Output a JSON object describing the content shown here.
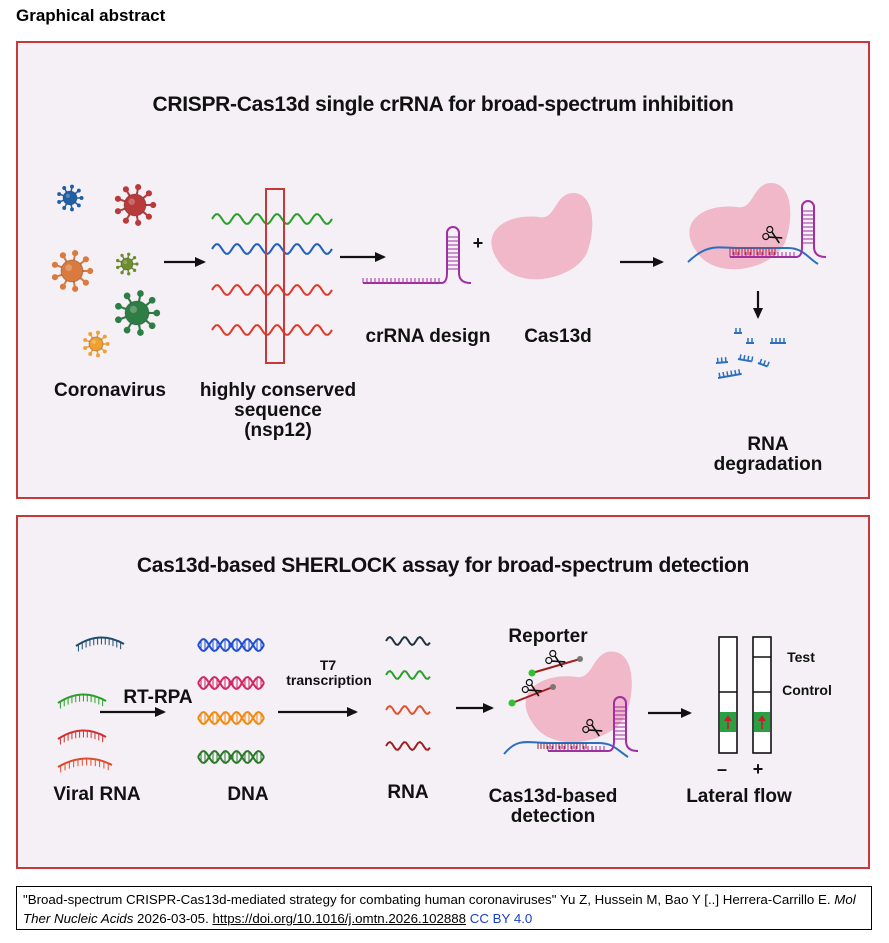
{
  "heading": "Graphical abstract",
  "panel1": {
    "title": "CRISPR-Cas13d single crRNA for broad-spectrum inhibition",
    "labels": {
      "coronavirus": "Coronavirus",
      "conserved_line1": "highly conserved",
      "conserved_line2": "sequence",
      "conserved_line3": "(nsp12)",
      "crrna": "crRNA design",
      "plus": "+",
      "cas13d": "Cas13d",
      "rna_deg_line1": "RNA",
      "rna_deg_line2": "degradation"
    },
    "colors": {
      "virus": [
        "#1f5fa3",
        "#b83a3a",
        "#d97a3e",
        "#6b8e2e",
        "#2e7d45",
        "#f0a030"
      ],
      "sequences": [
        "#2aa02a",
        "#2060c0",
        "#e03a2a",
        "#e03a2a"
      ],
      "conserved_box": "#c7383b",
      "crrna": "#a030a0",
      "cas13d": "#f0b8c8",
      "degraded_rna": "#2a70c0"
    }
  },
  "panel2": {
    "title": "Cas13d-based SHERLOCK assay for broad-spectrum detection",
    "labels": {
      "viral_rna": "Viral RNA",
      "rt_rpa": "RT-RPA",
      "dna": "DNA",
      "t7_line1": "T7",
      "t7_line2": "transcription",
      "rna": "RNA",
      "reporter": "Reporter",
      "detection_line1": "Cas13d-based",
      "detection_line2": "detection",
      "lateral_flow": "Lateral flow",
      "test": "Test",
      "control": "Control",
      "negative": "–",
      "positive": "+"
    },
    "colors": {
      "viral_rna": [
        "#1e4d70",
        "#2aa02a",
        "#d03030",
        "#e04a2a"
      ],
      "dna": [
        "#2050d0",
        "#d02860",
        "#f08a10",
        "#2a7a2a"
      ],
      "rna": [
        "#203040",
        "#2aa02a",
        "#e05030",
        "#a02020"
      ],
      "strip_pad": "#2aa040",
      "strip_arrow": "#c02030"
    }
  },
  "citation": {
    "title": "\"Broad-spectrum CRISPR-Cas13d-mediated strategy for combating human coronaviruses\"",
    "authors": " Yu Z, Hussein M, Bao Y [..] Herrera-Carrillo E. ",
    "journal": "Mol Ther Nucleic Acids",
    "date": " 2026-03-05. ",
    "doi": "https://doi.org/10.1016/j.omtn.2026.102888",
    "license": "CC BY 4.0"
  }
}
